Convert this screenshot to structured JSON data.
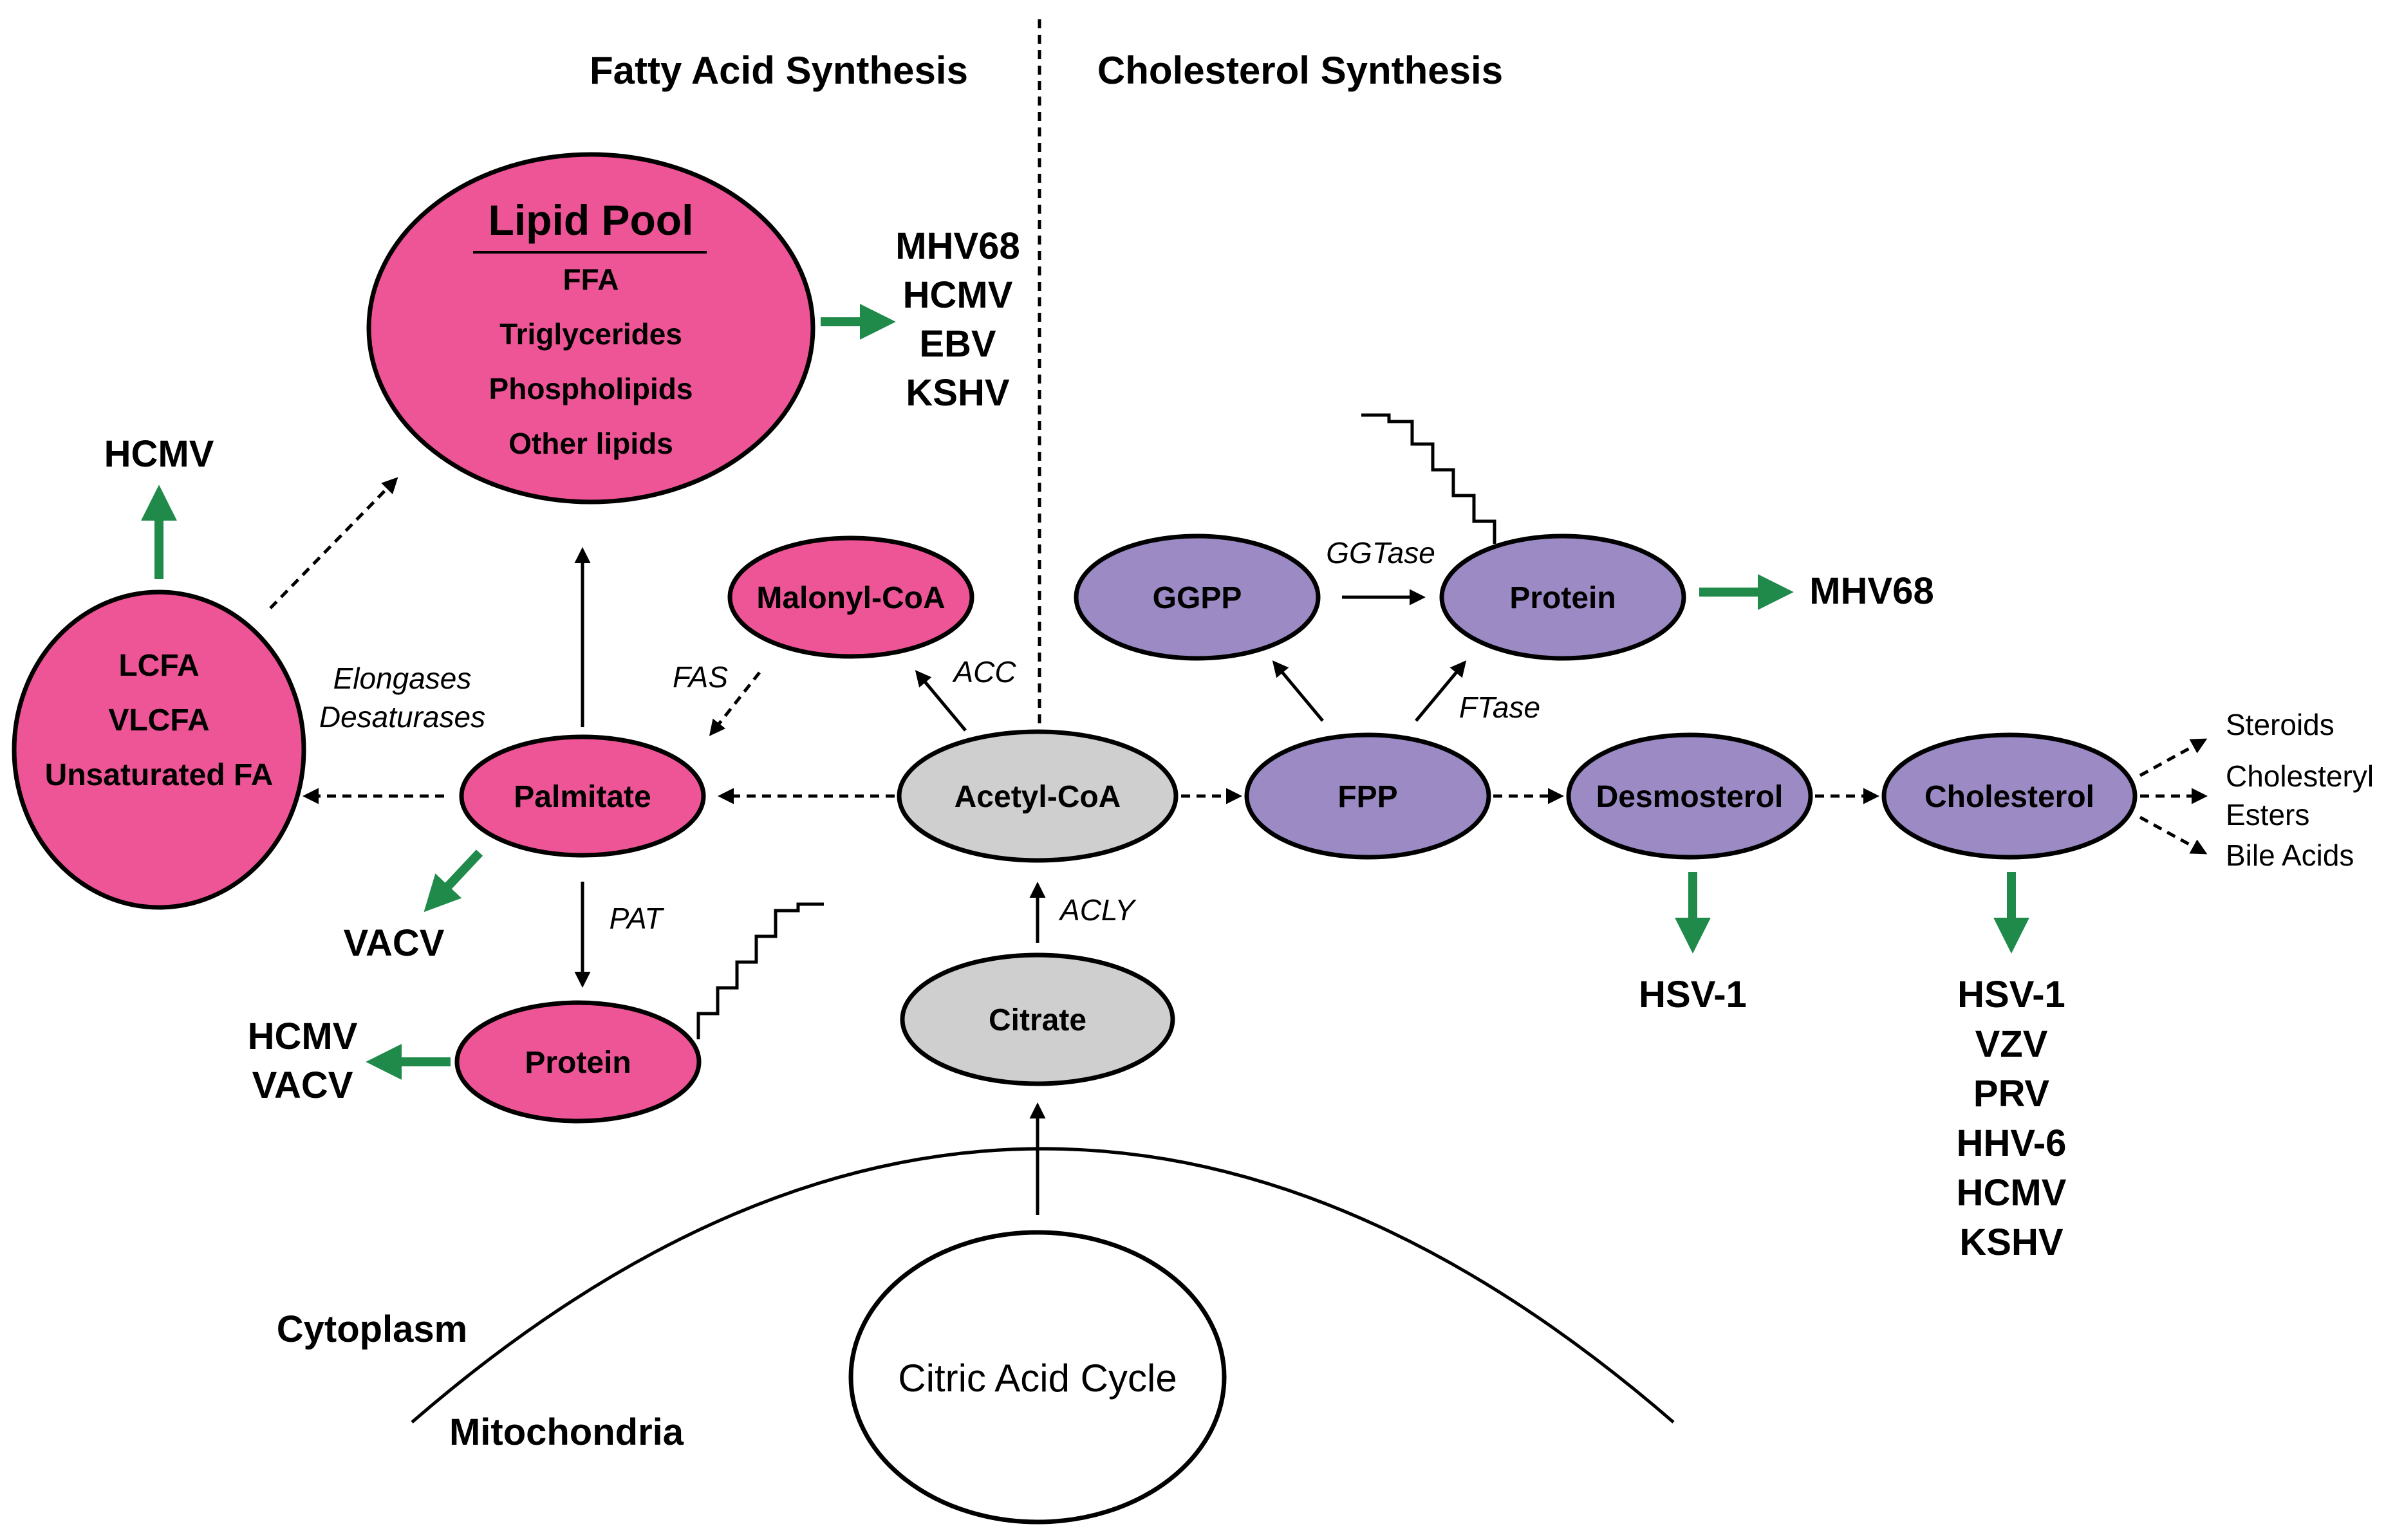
{
  "sections": {
    "fatty_acid": "Fatty Acid Synthesis",
    "cholesterol": "Cholesterol Synthesis"
  },
  "compartments": {
    "cytoplasm": "Cytoplasm",
    "mitochondria": "Mitochondria"
  },
  "lipid_pool": {
    "title": "Lipid Pool",
    "items": [
      "FFA",
      "Triglycerides",
      "Phospholipids",
      "Other lipids"
    ]
  },
  "fatty_acids_node": [
    "LCFA",
    "VLCFA",
    "Unsaturated FA"
  ],
  "nodes": {
    "malonyl_coa": "Malonyl-CoA",
    "palmitate": "Palmitate",
    "acetyl_coa": "Acetyl-CoA",
    "citrate": "Citrate",
    "protein_left": "Protein",
    "ggpp": "GGPP",
    "protein_right": "Protein",
    "fpp": "FPP",
    "desmosterol": "Desmosterol",
    "cholesterol": "Cholesterol",
    "tca": "Citric Acid Cycle"
  },
  "enzymes": {
    "elongases": "Elongases",
    "desaturases": "Desaturases",
    "fas": "FAS",
    "acc": "ACC",
    "pat": "PAT",
    "acly": "ACLY",
    "ggtase": "GGTase",
    "ftase": "FTase"
  },
  "products": [
    "Steroids",
    "Cholesteryl",
    "Esters",
    "Bile Acids"
  ],
  "viruses": {
    "lipid_pool": [
      "MHV68",
      "HCMV",
      "EBV",
      "KSHV"
    ],
    "fatty_acids": [
      "HCMV"
    ],
    "palmitate": [
      "VACV"
    ],
    "protein_left": [
      "HCMV",
      "VACV"
    ],
    "protein_right": [
      "MHV68"
    ],
    "desmosterol": [
      "HSV-1"
    ],
    "cholesterol": [
      "HSV-1",
      "VZV",
      "PRV",
      "HHV-6",
      "HCMV",
      "KSHV"
    ]
  },
  "colors": {
    "pink": "#EE5596",
    "purple": "#9B8AC4",
    "gray": "#CFCFCF",
    "green": "#1F8A4A",
    "stroke": "#000000"
  }
}
